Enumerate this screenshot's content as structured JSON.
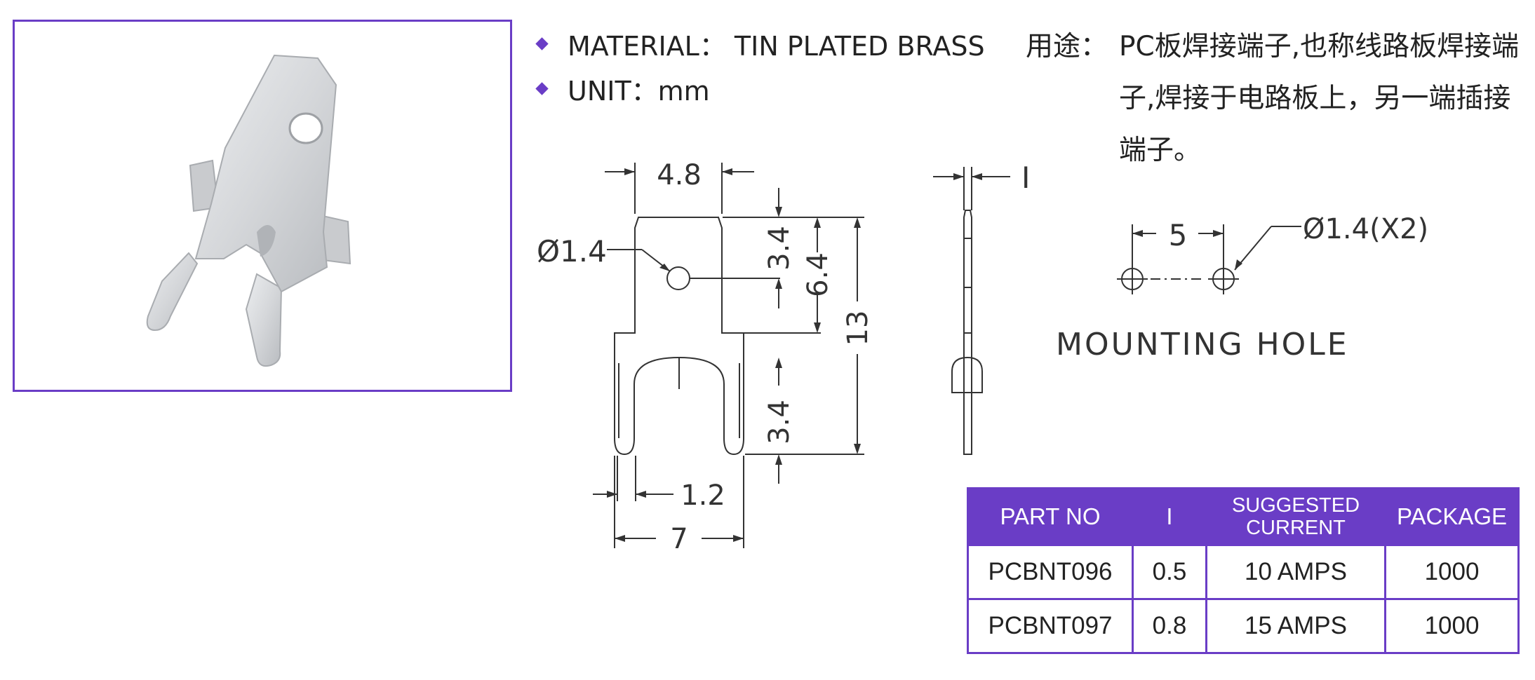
{
  "specs": {
    "material": "MATERIAL： TIN PLATED BRASS",
    "unit": "UNIT：mm"
  },
  "usage": {
    "label": "用途：",
    "text": "PC板焊接端子,也称线路板焊接端子,焊接于电路板上，另一端插接端子。"
  },
  "drawing": {
    "width_top": "4.8",
    "hole_dia": "Ø1.4",
    "dim_hole_offset": "3.4",
    "dim_body": "6.4",
    "dim_total": "13",
    "dim_leg": "3.4",
    "dim_leg_width": "1.2",
    "dim_base_width": "7",
    "thickness_label": "I"
  },
  "mounting": {
    "pitch": "5",
    "hole_label": "Ø1.4(X2)",
    "title": "MOUNTING  HOLE"
  },
  "table": {
    "headers": [
      "PART NO",
      "I",
      "SUGGESTED CURRENT",
      "PACKAGE"
    ],
    "rows": [
      [
        "PCBNT096",
        "0.5",
        "10 AMPS",
        "1000"
      ],
      [
        "PCBNT097",
        "0.8",
        "15 AMPS",
        "1000"
      ]
    ]
  },
  "colors": {
    "accent": "#6a3dc6",
    "line": "#333333",
    "metal": "#d8d9dc"
  }
}
